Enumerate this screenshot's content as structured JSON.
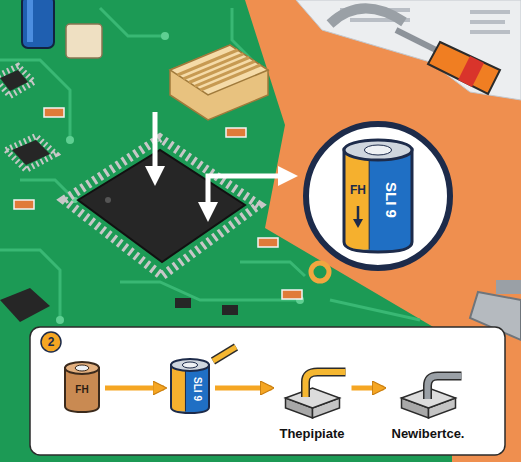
{
  "diagram": {
    "nodes": [
      {
        "text": [
          "FH",
          "SLI 9"
        ]
      },
      {
        "text": [
          "2"
        ]
      },
      {
        "text": [
          "FH"
        ]
      },
      {
        "text": [
          "SLI 9"
        ]
      },
      {
        "text": [
          "Thepipiate"
        ]
      },
      {
        "text": [
          "Newibertce."
        ]
      }
    ],
    "edges": [
      {
        "from": 2,
        "to": 3,
        "arrow": "to"
      },
      {
        "from": 3,
        "to": 4,
        "arrow": "to"
      },
      {
        "from": 4,
        "to": 5,
        "arrow": "to"
      }
    ]
  }
}
